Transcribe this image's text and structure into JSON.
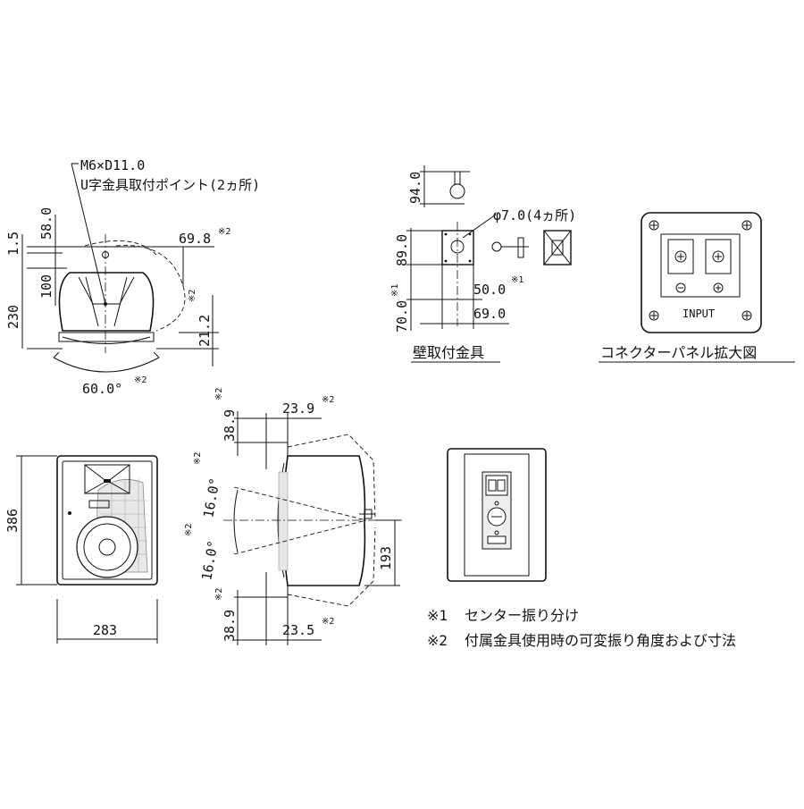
{
  "top_view": {
    "mount_spec": "M6×D11.0",
    "mount_point": "U字金具取付ポイント(2ヵ所)",
    "dim_1_5": "1.5",
    "dim_58": "58.0",
    "dim_100": "100",
    "dim_230": "230",
    "dim_69_8": "69.8",
    "dim_21_2": "21.2",
    "angle_60": "60.0°"
  },
  "bracket_view": {
    "dim_94": "94.0",
    "dim_89": "89.0",
    "dim_70": "70.0",
    "dim_50": "50.0",
    "dim_69": "69.0",
    "hole_spec": "φ7.0(4ヵ所)",
    "caption": "壁取付金具"
  },
  "connector_view": {
    "input_label": "INPUT",
    "caption": "コネクターパネル拡大図"
  },
  "front_view": {
    "dim_386": "386",
    "dim_283": "283"
  },
  "side_view": {
    "dim_38_9_top": "38.9",
    "dim_23_9": "23.9",
    "angle_16_top": "16.0°",
    "angle_16_bottom": "16.0°",
    "dim_193": "193",
    "dim_38_9_bottom": "38.9",
    "dim_23_5": "23.5"
  },
  "marks": {
    "note1": "※1",
    "note2": "※2"
  },
  "notes": [
    {
      "mark": "※1",
      "text": "センター振り分け"
    },
    {
      "mark": "※2",
      "text": "付属金具使用時の可変振り角度および寸法"
    }
  ]
}
